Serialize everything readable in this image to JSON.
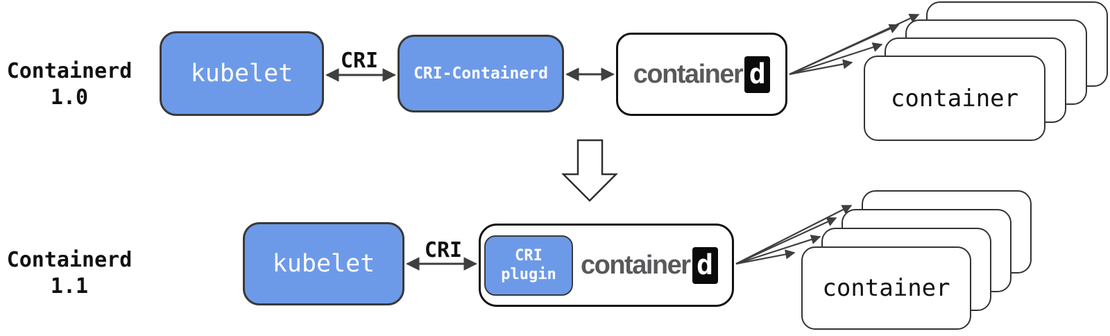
{
  "colors": {
    "accent_blue": "#6d9ae8",
    "box_border": "#3a3a3a",
    "outline_black": "#111111",
    "arrow": "#3f3f3f",
    "logo_gray": "#58595b",
    "logo_d_bg": "#0a0a0a",
    "label_black": "#111111"
  },
  "rows": {
    "v10": {
      "label_title": "Containerd",
      "label_version": "1.0",
      "kubelet_label": "kubelet",
      "cri_arrow_label": "CRI",
      "cri_containerd_label": "CRI-Containerd",
      "logo_word": "container",
      "logo_d": "d",
      "container_label": "container"
    },
    "v11": {
      "label_title": "Containerd",
      "label_version": "1.1",
      "kubelet_label": "kubelet",
      "cri_arrow_label": "CRI",
      "cri_plugin_line1": "CRI",
      "cri_plugin_line2": "plugin",
      "logo_word": "container",
      "logo_d": "d",
      "container_label": "container"
    }
  }
}
